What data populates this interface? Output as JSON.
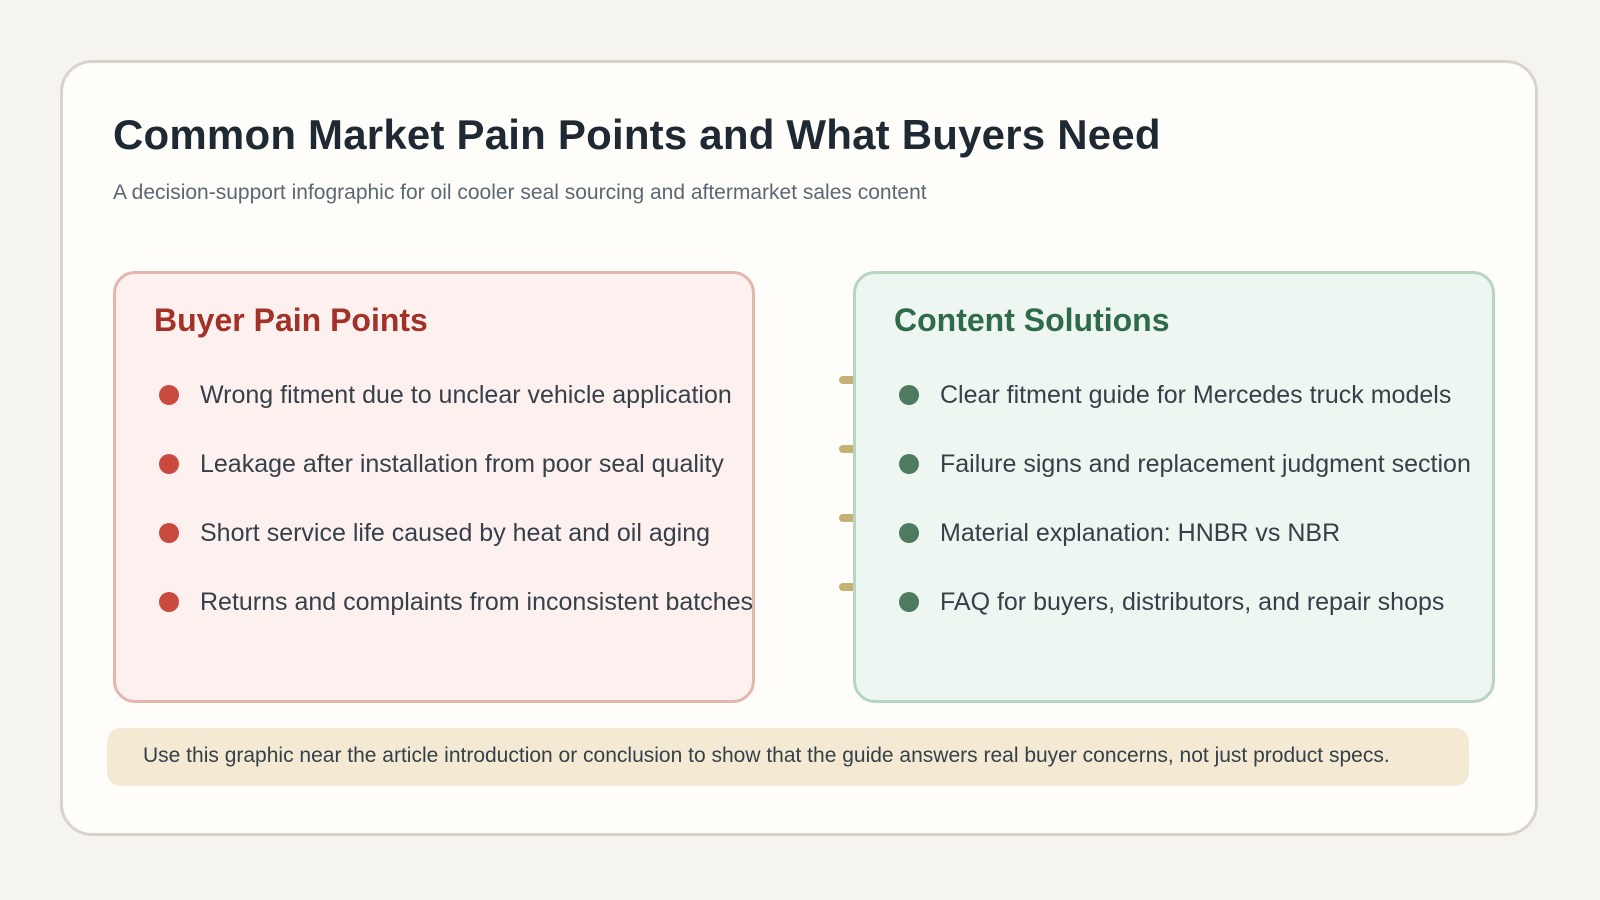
{
  "title": "Common Market Pain Points and What Buyers Need",
  "subtitle": "A decision-support infographic for oil cooler seal sourcing and aftermarket sales content",
  "pain_points": {
    "heading": "Buyer Pain Points",
    "items": [
      "Wrong fitment due to unclear vehicle application",
      "Leakage after installation from poor seal quality",
      "Short service life caused by heat and oil aging",
      "Returns and complaints from inconsistent batches"
    ]
  },
  "solutions": {
    "heading": "Content Solutions",
    "items": [
      "Clear fitment guide for Mercedes truck models",
      "Failure signs and replacement judgment section",
      "Material explanation: HNBR vs NBR",
      "FAQ for buyers, distributors, and repair shops"
    ]
  },
  "note": "Use this graphic near the article introduction or conclusion to show that the guide answers real buyer concerns, not just product specs.",
  "colors": {
    "pain_accent": "#c94a3e",
    "pain_heading": "#a23127",
    "solution_accent": "#4e7a60",
    "solution_heading": "#2f6b48",
    "connector": "#c5b173",
    "note_background": "#f4ead3"
  }
}
